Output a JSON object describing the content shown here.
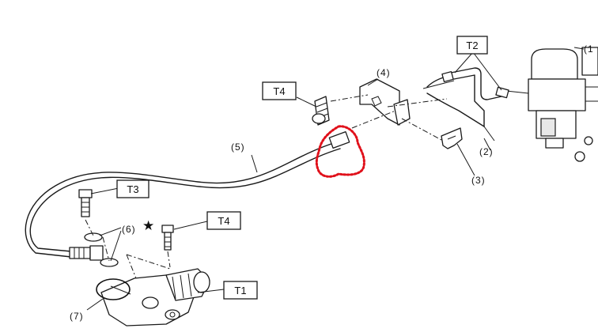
{
  "torque_labels": {
    "t1": "T1",
    "t2": "T2",
    "t3": "T3",
    "t4_upper": "T4",
    "t4_lower": "T4"
  },
  "callouts": {
    "c2": "(2)",
    "c3": "(3)",
    "c4": "(4)",
    "c5": "(5)",
    "c6": "(6)",
    "c7": "(7)",
    "c1_partial": "(1"
  },
  "symbols": {
    "star": "★"
  },
  "annotations": {
    "red_mark_color": "#e0101a",
    "black_circle_color": "#111111"
  }
}
